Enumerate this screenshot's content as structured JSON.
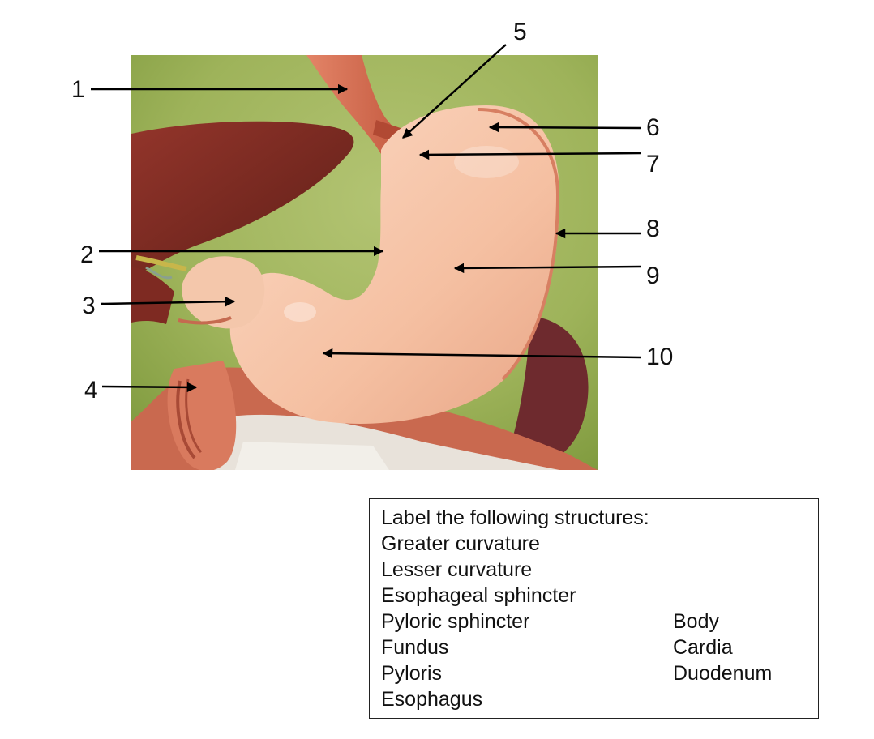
{
  "labels": {
    "l1": "1",
    "l2": "2",
    "l3": "3",
    "l4": "4",
    "l5": "5",
    "l6": "6",
    "l7": "7",
    "l8": "8",
    "l9": "9",
    "l10": "10"
  },
  "word_box": {
    "heading": "Label the following structures:",
    "col1": [
      "Greater curvature",
      "Lesser curvature",
      "Esophageal sphincter",
      "Pyloric sphincter",
      "Fundus",
      "Pyloris",
      "Esophagus"
    ],
    "col2": [
      "Body",
      "Cardia",
      "Duodenum"
    ]
  },
  "colors": {
    "background_photo": "#9fb45a",
    "stomach": "#f6c3a6",
    "liver": "#7a2b22",
    "esophagus": "#d9735a",
    "arrow": "#000000"
  }
}
